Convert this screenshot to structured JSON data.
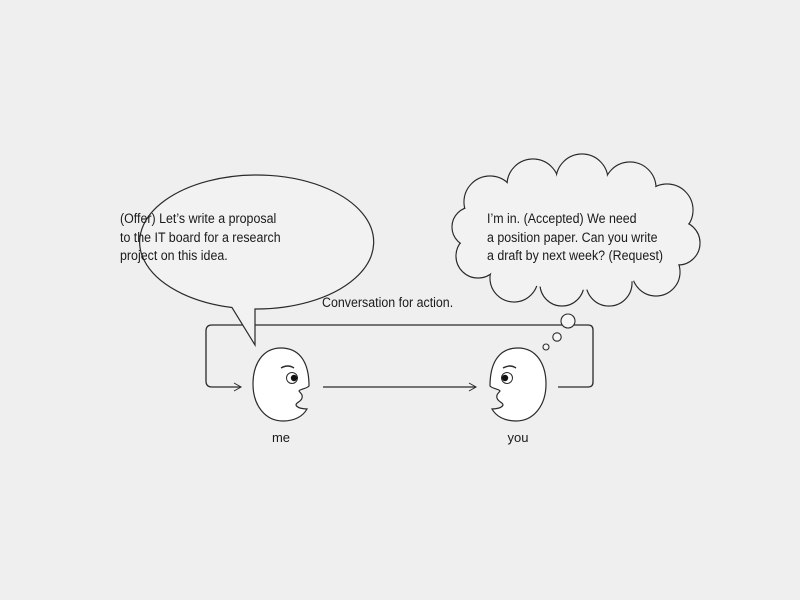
{
  "speech_bubble": {
    "role": "me",
    "lines": [
      "(Offer) Let’s write a proposal",
      "to the IT board for a research",
      "project on this idea."
    ]
  },
  "thought_bubble": {
    "role": "you",
    "lines": [
      "I’m in. (Accepted) We need",
      "a position paper. Can you write",
      "a draft by next week? (Request)"
    ]
  },
  "caption": "Conversation for action.",
  "participants": {
    "left": "me",
    "right": "you"
  },
  "colors": {
    "background": "#efefef",
    "stroke": "#2a2a2a",
    "bubble_fill": "#f2f2f2",
    "face_fill": "#ffffff"
  }
}
